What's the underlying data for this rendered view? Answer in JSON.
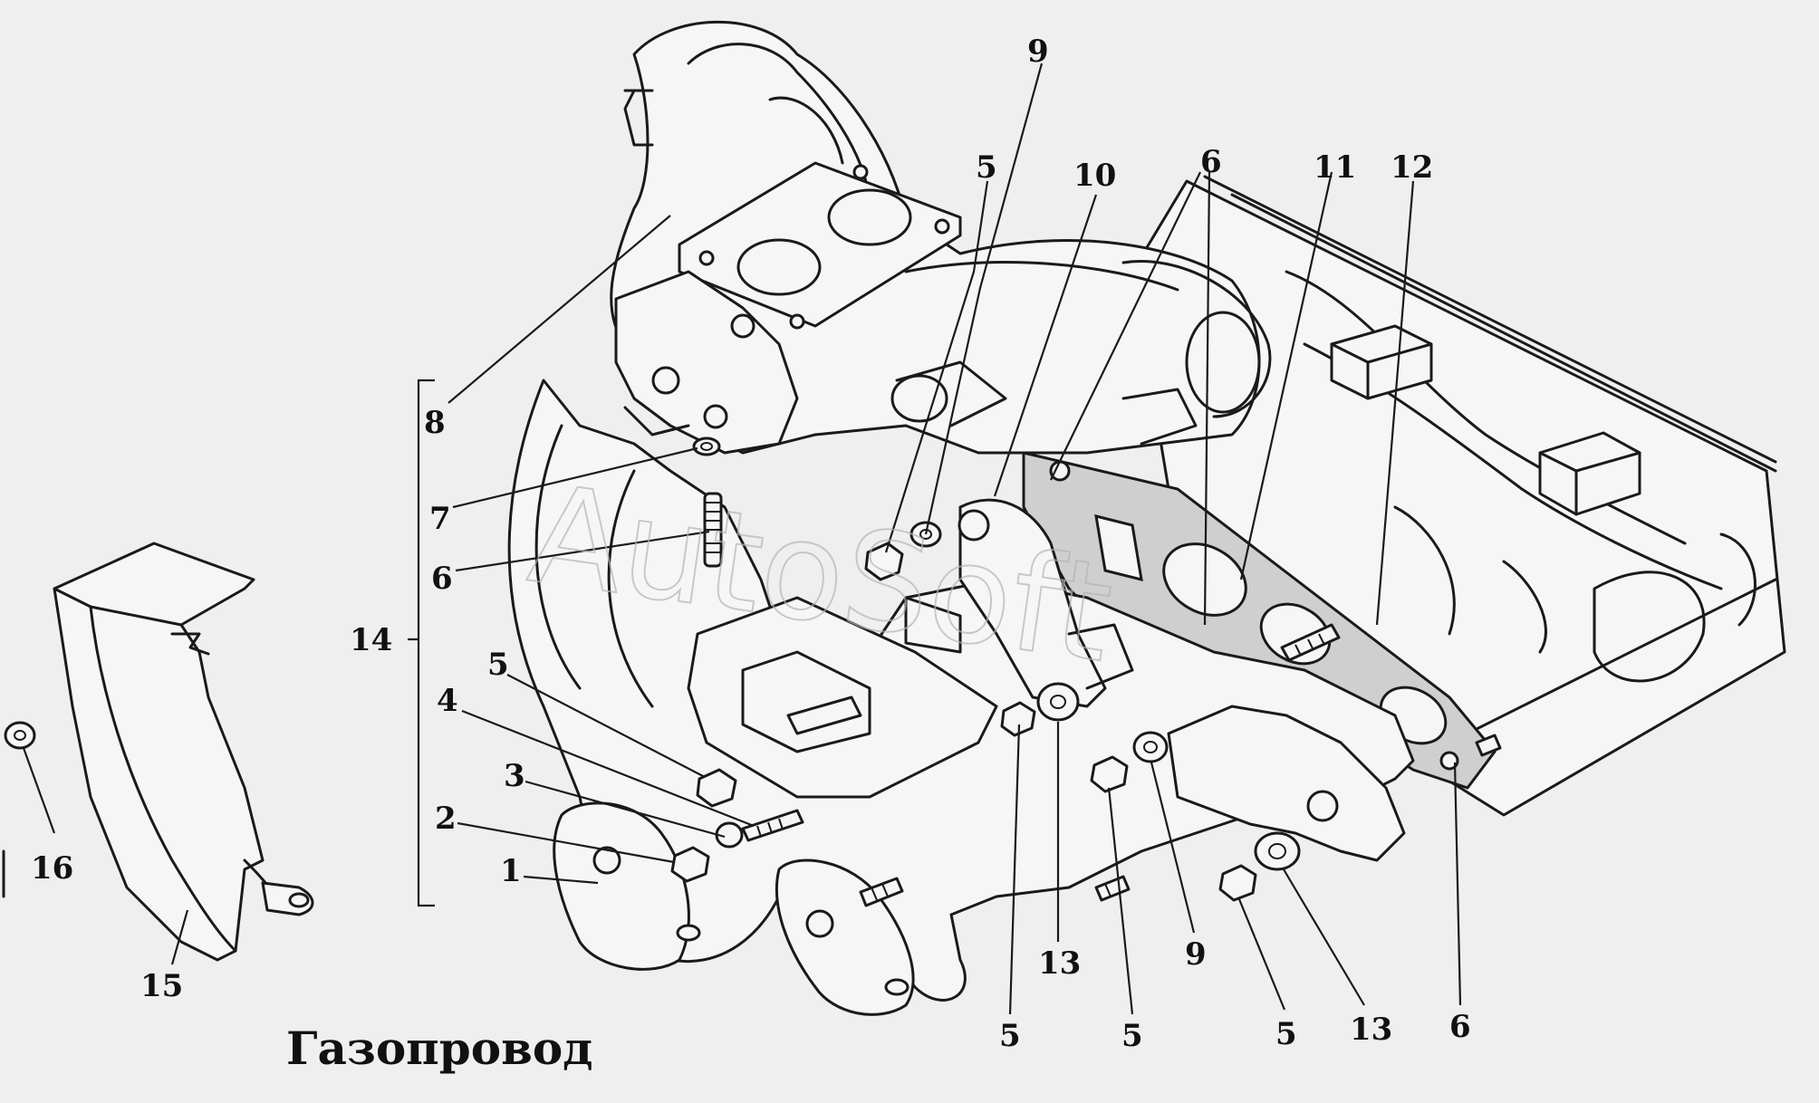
{
  "title": "Газопровод",
  "watermark": "AutoSoft",
  "callouts": [
    {
      "id": "c9-top",
      "label": "9"
    },
    {
      "id": "c5-top",
      "label": "5"
    },
    {
      "id": "c10",
      "label": "10"
    },
    {
      "id": "c6-top",
      "label": "6"
    },
    {
      "id": "c11",
      "label": "11"
    },
    {
      "id": "c12",
      "label": "12"
    },
    {
      "id": "c8",
      "label": "8"
    },
    {
      "id": "c7",
      "label": "7"
    },
    {
      "id": "c6-left",
      "label": "6"
    },
    {
      "id": "c14",
      "label": "14"
    },
    {
      "id": "c5-left",
      "label": "5"
    },
    {
      "id": "c4",
      "label": "4"
    },
    {
      "id": "c3",
      "label": "3"
    },
    {
      "id": "c2",
      "label": "2"
    },
    {
      "id": "c1",
      "label": "1"
    },
    {
      "id": "c16",
      "label": "16"
    },
    {
      "id": "c15",
      "label": "15"
    },
    {
      "id": "c5-b1",
      "label": "5"
    },
    {
      "id": "c13-b1",
      "label": "13"
    },
    {
      "id": "c5-b2",
      "label": "5"
    },
    {
      "id": "c9-b",
      "label": "9"
    },
    {
      "id": "c5-b3",
      "label": "5"
    },
    {
      "id": "c13-b2",
      "label": "13"
    },
    {
      "id": "c6-b",
      "label": "6"
    }
  ]
}
